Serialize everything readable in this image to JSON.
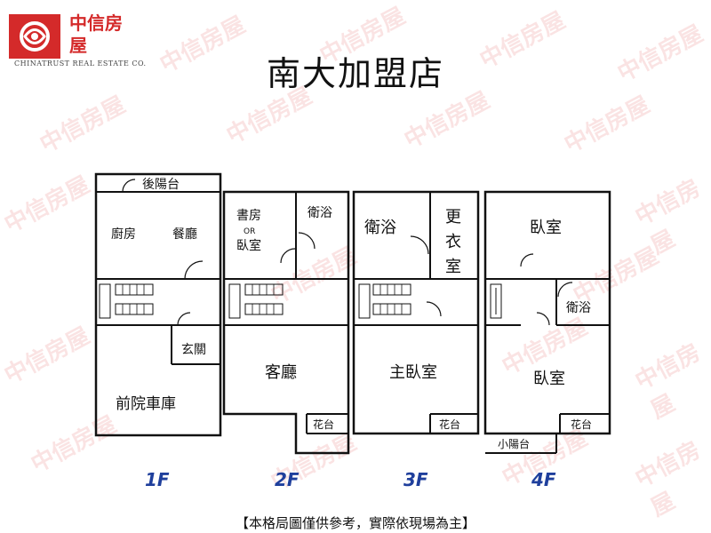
{
  "brand": {
    "name_zh": "中信房屋",
    "name_en": "CHINATRUST REAL ESTATE CO.",
    "color": "#d42a2a"
  },
  "title": "南大加盟店",
  "floors": [
    {
      "label": "1F",
      "rooms": [
        "後陽台",
        "廚房",
        "餐廳",
        "玄關",
        "前院車庫"
      ]
    },
    {
      "label": "2F",
      "rooms": [
        "書房",
        "OR",
        "臥室",
        "衛浴",
        "客廳",
        "花台"
      ]
    },
    {
      "label": "3F",
      "rooms": [
        "衛浴",
        "更",
        "衣",
        "室",
        "主臥室",
        "花台"
      ]
    },
    {
      "label": "4F",
      "rooms": [
        "臥室",
        "衛浴",
        "臥室",
        "花台",
        "小陽台"
      ]
    }
  ],
  "footnote": "【本格局圖僅供參考，實際依現場為主】",
  "colors": {
    "floor_label": "#1f3f9c",
    "wall": "#111111"
  }
}
